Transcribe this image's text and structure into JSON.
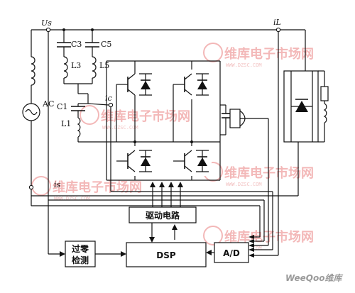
{
  "labels": {
    "us": "Us",
    "il": "iL",
    "ic": "ic",
    "is": "is",
    "c3": "C3",
    "c5": "C5",
    "l3": "L3",
    "l5": "L5",
    "c1": "C1",
    "l1": "L1",
    "ac": "AC"
  },
  "blocks": {
    "driver": "驱动电路",
    "dsp": "DSP",
    "adc": "A/D",
    "zero_cross_line1": "过零",
    "zero_cross_line2": "检测"
  },
  "watermark": {
    "brand": "维库电子市场网",
    "url": "WWW.DZSC.COM"
  },
  "logo": "WeeQoo维库"
}
